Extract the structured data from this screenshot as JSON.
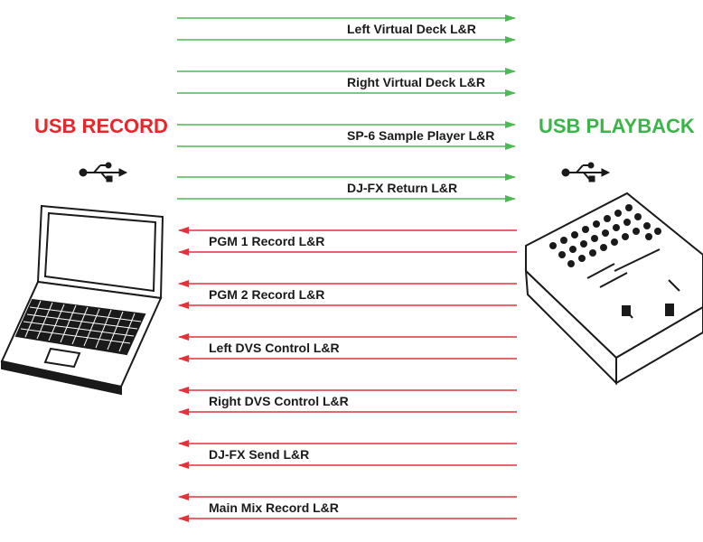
{
  "labels": {
    "left_title": "USB RECORD",
    "right_title": "USB PLAYBACK"
  },
  "colors": {
    "record": "#e8262b",
    "playback": "#3cb449",
    "send_arrow": "#4cba52",
    "return_arrow": "#e2323a",
    "ink": "#1a1a1a"
  },
  "icons": {
    "left_usb": "usb-icon",
    "right_usb": "usb-icon",
    "computer": "laptop-icon",
    "mixer": "dj-mixer-icon"
  },
  "playback_channels": [
    "Left Virtual Deck L&R",
    "Right Virtual Deck L&R",
    "SP-6 Sample Player L&R",
    "DJ-FX Return L&R"
  ],
  "record_channels": [
    "PGM 1 Record L&R",
    "PGM 2 Record L&R",
    "Left DVS Control L&R",
    "Right DVS Control L&R",
    "DJ-FX Send L&R",
    "Main Mix Record L&R"
  ]
}
